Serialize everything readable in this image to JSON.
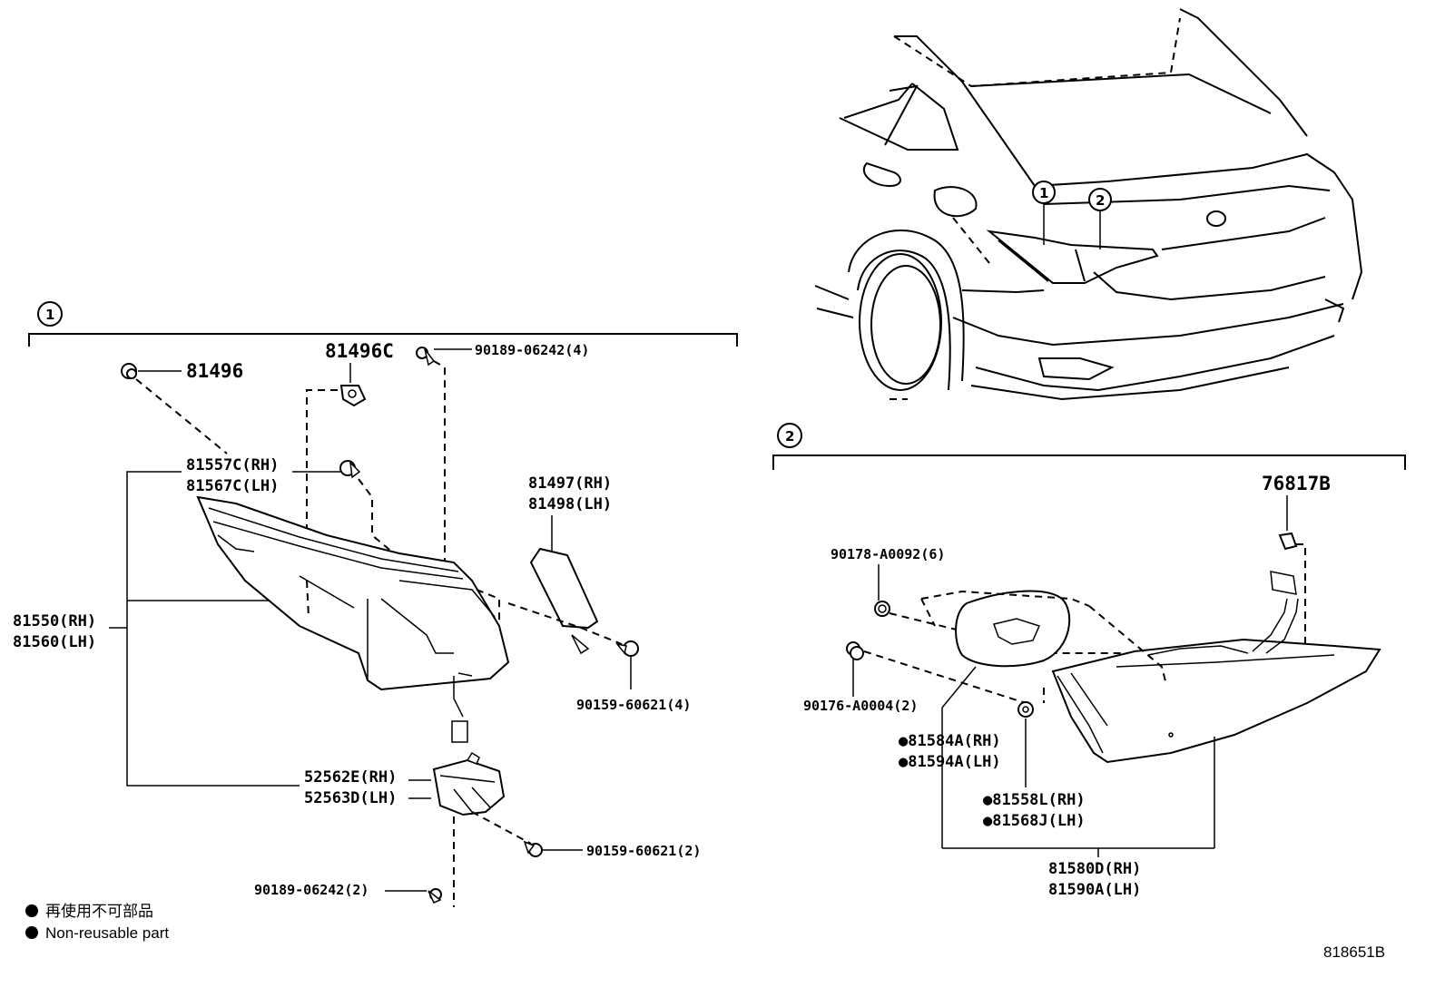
{
  "diagram": {
    "callout_1": "1",
    "callout_2": "2",
    "footer_code": "818651B",
    "legend": {
      "jp": "再使用不可部品",
      "en": "Non-reusable part",
      "bullet": "●"
    },
    "group1_parts": {
      "p81496": "81496",
      "p81496C": "81496C",
      "p90189_4": "90189-06242(4)",
      "p81557C": "81557C(RH)",
      "p81567C": "81567C(LH)",
      "p81497": "81497(RH)",
      "p81498": "81498(LH)",
      "p81550": "81550(RH)",
      "p81560": "81560(LH)",
      "p90159_4": "90159-60621(4)",
      "p52562E": "52562E(RH)",
      "p52563D": "52563D(LH)",
      "p90159_2": "90159-60621(2)",
      "p90189_2": "90189-06242(2)"
    },
    "group2_parts": {
      "p76817B": "76817B",
      "p90178": "90178-A0092(6)",
      "p90176": "90176-A0004(2)",
      "p81584A": "●81584A(RH)",
      "p81594A": "●81594A(LH)",
      "p81558L": "●81558L(RH)",
      "p81568J": "●81568J(LH)",
      "p81580D": "81580D(RH)",
      "p81590A": "81590A(LH)"
    },
    "car_callouts": [
      "1",
      "2"
    ]
  }
}
